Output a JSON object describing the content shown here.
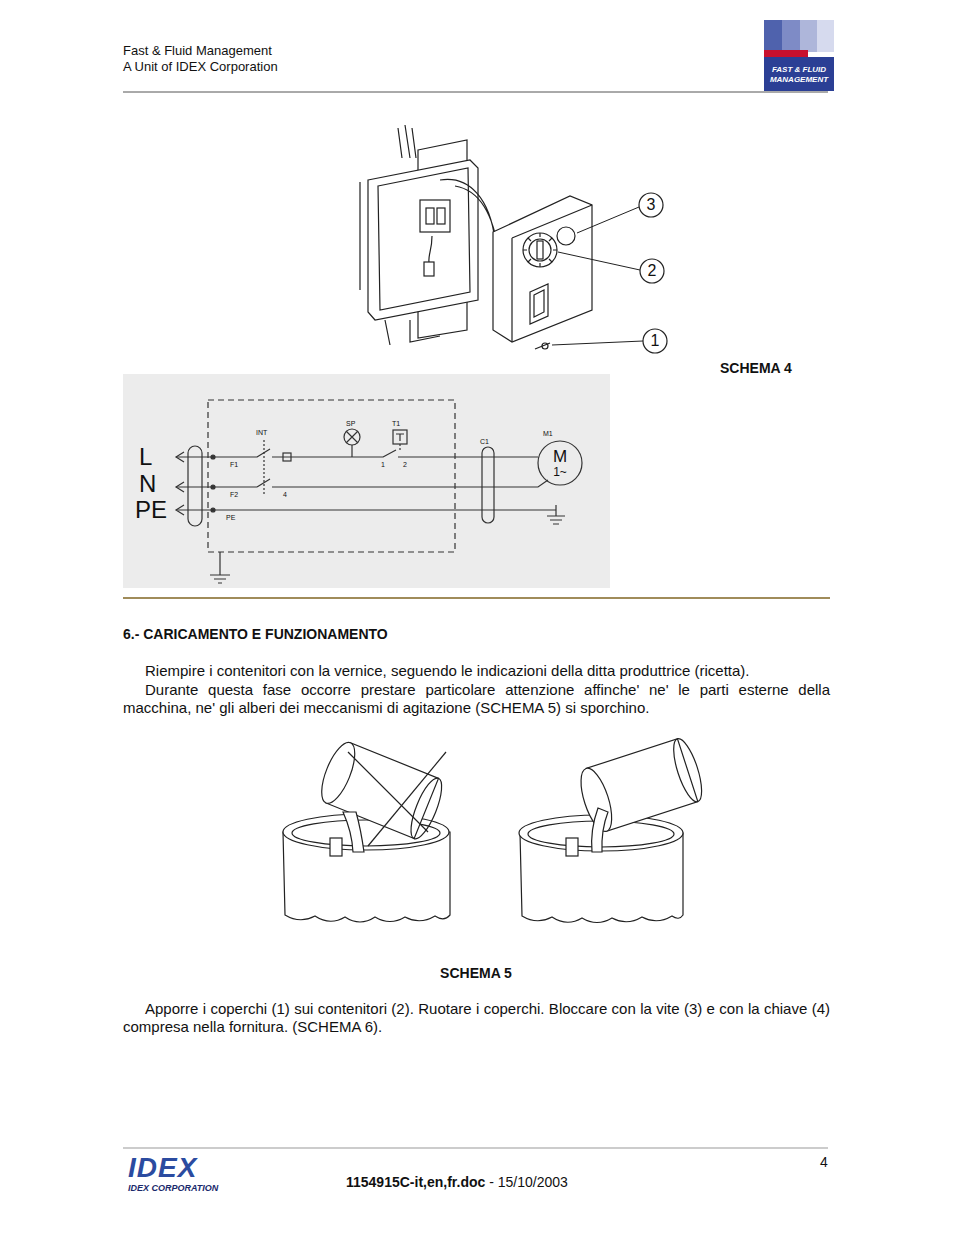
{
  "diagram": {
    "labels": [
      "Fast & Fluid Management",
      "A Unit of IDEX Corporation",
      "FAST & FLUID",
      "MANAGEMENT",
      "3",
      "2",
      "1",
      "SCHEMA 4",
      "L",
      "N",
      "PE",
      "INT",
      "SP",
      "T1",
      "C1",
      "M1",
      "M",
      "1~",
      "F1",
      "F2",
      "PE",
      "1",
      "2",
      "4",
      "6.- CARICAMENTO E FUNZIONAMENTO",
      "Riempire i contenitori con la vernice, seguendo le indicazioni della ditta produttrice (ricetta).",
      "Durante questa fase occorre prestare particolare attenzione affinche' ne' le parti esterne della macchina, ne' gli alberi dei meccanismi di agitazione (SCHEMA 5) si sporchino.",
      "SCHEMA 5",
      "Apporre i coperchi (1) sui contenitori (2). Ruotare i coperchi. Bloccare con la vite (3) e con la chiave (4) compresa nella fornitura. (SCHEMA 6).",
      "4",
      "1154915C-it,en,fr.doc",
      " - 15/10/2003",
      "IDEX",
      "IDEX CORPORATION"
    ]
  }
}
